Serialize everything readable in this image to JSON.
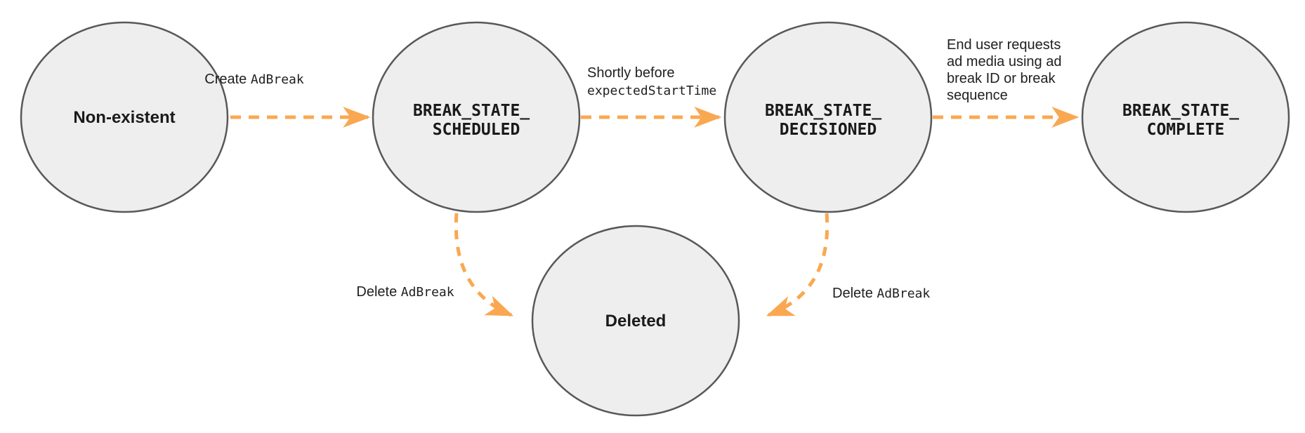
{
  "diagram": {
    "description": "Ad break lifecycle state diagram",
    "colors": {
      "node_fill": "#eeeeee",
      "node_stroke": "#58585a",
      "arrow": "#f9a851",
      "text": "#1a1a1a"
    },
    "nodes": {
      "non_existent": {
        "label": "Non-existent"
      },
      "scheduled": {
        "line1": "BREAK_STATE_",
        "line2": "SCHEDULED"
      },
      "decisioned": {
        "line1": "BREAK_STATE_",
        "line2": "DECISIONED"
      },
      "complete": {
        "line1": "BREAK_STATE_",
        "line2": "COMPLETE"
      },
      "deleted": {
        "label": "Deleted"
      }
    },
    "edges": {
      "create": {
        "plain": "Create ",
        "code": "AdBreak"
      },
      "decision": {
        "line1_plain": "Shortly before",
        "line2_code": "expectedStartTime"
      },
      "complete": {
        "lines": [
          "End user requests",
          "ad media using ad",
          "break ID or break",
          "sequence"
        ]
      },
      "delete_left": {
        "plain": "Delete ",
        "code": "AdBreak"
      },
      "delete_right": {
        "plain": "Delete ",
        "code": "AdBreak"
      }
    }
  }
}
